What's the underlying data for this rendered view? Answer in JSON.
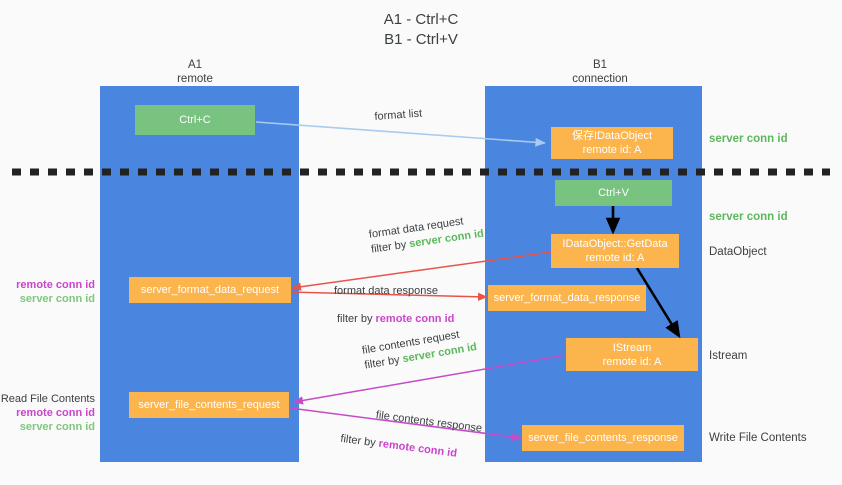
{
  "title": "A1 - Ctrl+C\nB1 - Ctrl+V",
  "colors": {
    "background": "#fafafa",
    "lane": "#4a86e0",
    "green_node": "#78c37f",
    "orange_node": "#fcb44d",
    "server_conn_id": "#5cb85c",
    "remote_conn_id": "#cc44cc",
    "blue_arrow": "#a8cbee",
    "red_arrow": "#e8534a",
    "magenta_arrow": "#c64bc6",
    "black_arrow": "#000000",
    "text": "#3c4043"
  },
  "lanes": [
    {
      "name": "A1",
      "sub": "remote",
      "label": "A1\nremote"
    },
    {
      "name": "B1",
      "sub": "connection",
      "label": "B1\nconnection"
    }
  ],
  "nodes": {
    "ctrl_c": "Ctrl+C",
    "ctrl_v": "Ctrl+V",
    "save_idataobject": "保存IDataObject\nremote id: A",
    "idataobject_getdata": "IDataObject::GetData\nremote id: A",
    "istream": "IStream\nremote id: A",
    "server_format_data_request": "server_format_data_request",
    "server_format_data_response": "server_format_data_response",
    "server_file_contents_request": "server_file_contents_request",
    "server_file_contents_response": "server_file_contents_response"
  },
  "edge_labels": {
    "format_list": "format list",
    "format_data_request": {
      "line1": "format data request",
      "line2_prefix": "filter by ",
      "line2_key": "server conn id"
    },
    "format_data_response": {
      "line1": "format data response",
      "line2_prefix": "filter by ",
      "line2_key": "remote conn id"
    },
    "file_contents_request": {
      "line1": "file contents request",
      "line2_prefix": "filter by ",
      "line2_key": "server conn id"
    },
    "file_contents_response": {
      "line1": "file contents response",
      "line2_prefix": "filter by ",
      "line2_key": "remote conn id"
    }
  },
  "side_notes": {
    "server_conn_id_top": "server conn id",
    "server_conn_id_mid": "server conn id",
    "data_object": "DataObject",
    "istream": "Istream",
    "write_file_contents": "Write File Contents"
  },
  "left_notes": {
    "format": {
      "remote": "remote conn id",
      "server": "server conn id"
    },
    "file": {
      "heading": "Read File Contents",
      "remote": "remote conn id",
      "server": "server conn id"
    }
  }
}
